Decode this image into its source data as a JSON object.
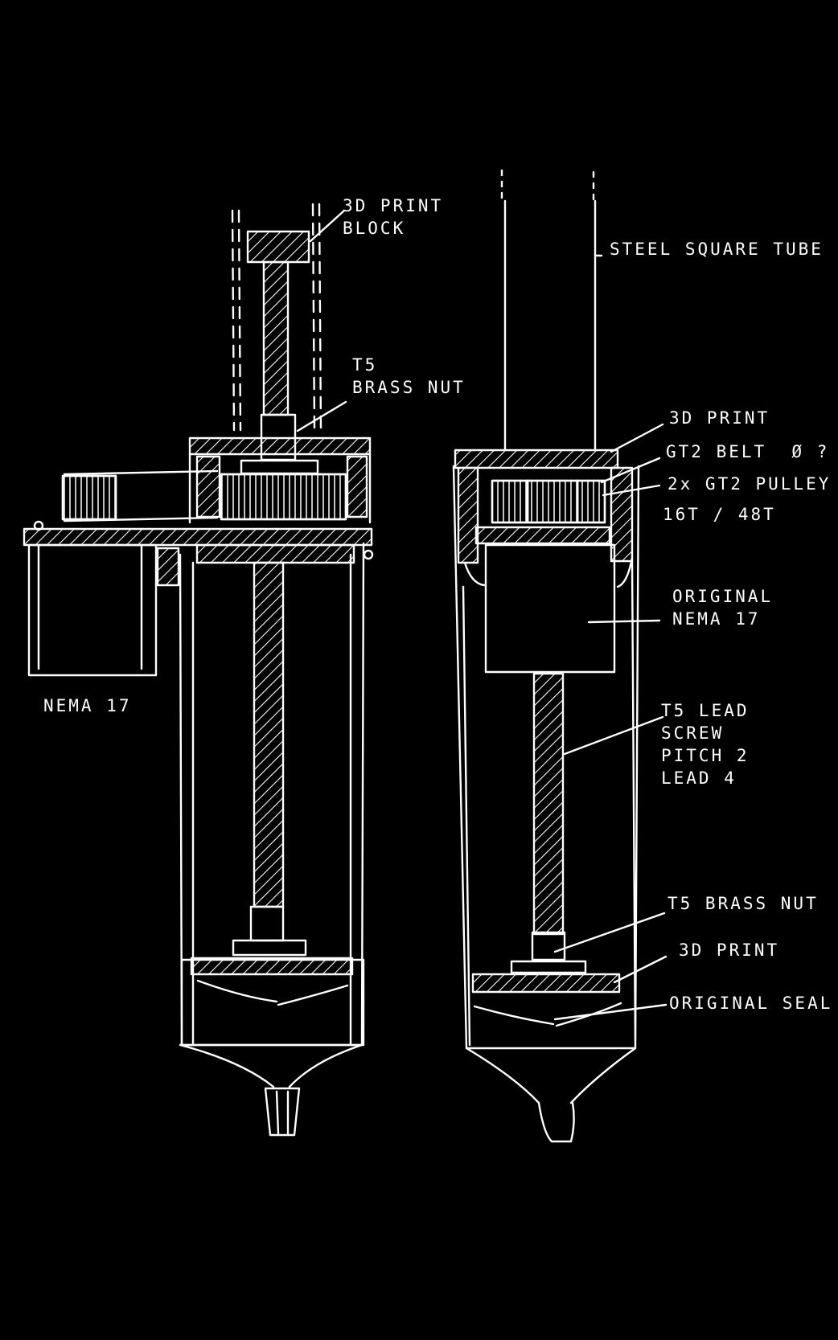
{
  "labels": {
    "print_block": "3D PRINT\nBLOCK",
    "t5_nut_left": "T5\nBRASS NUT",
    "nema_left": "NEMA 17",
    "steel_tube": "STEEL SQUARE TUBE",
    "print_right_top": "3D PRINT",
    "gt2_belt": "GT2 BELT  Ø ?",
    "pulley": "2x GT2 PULLEY",
    "teeth": "16T / 48T",
    "orig_nema": "ORIGINAL\nNEMA 17",
    "lead_screw": "T5 LEAD\nSCREW\nPITCH 2\nLEAD 4",
    "t5_nut_right": "T5 BRASS NUT",
    "print_right_bottom": "3D PRINT",
    "orig_seal": "ORIGINAL SEAL"
  },
  "colors": {
    "background": "#000000",
    "ink": "#ffffff"
  }
}
